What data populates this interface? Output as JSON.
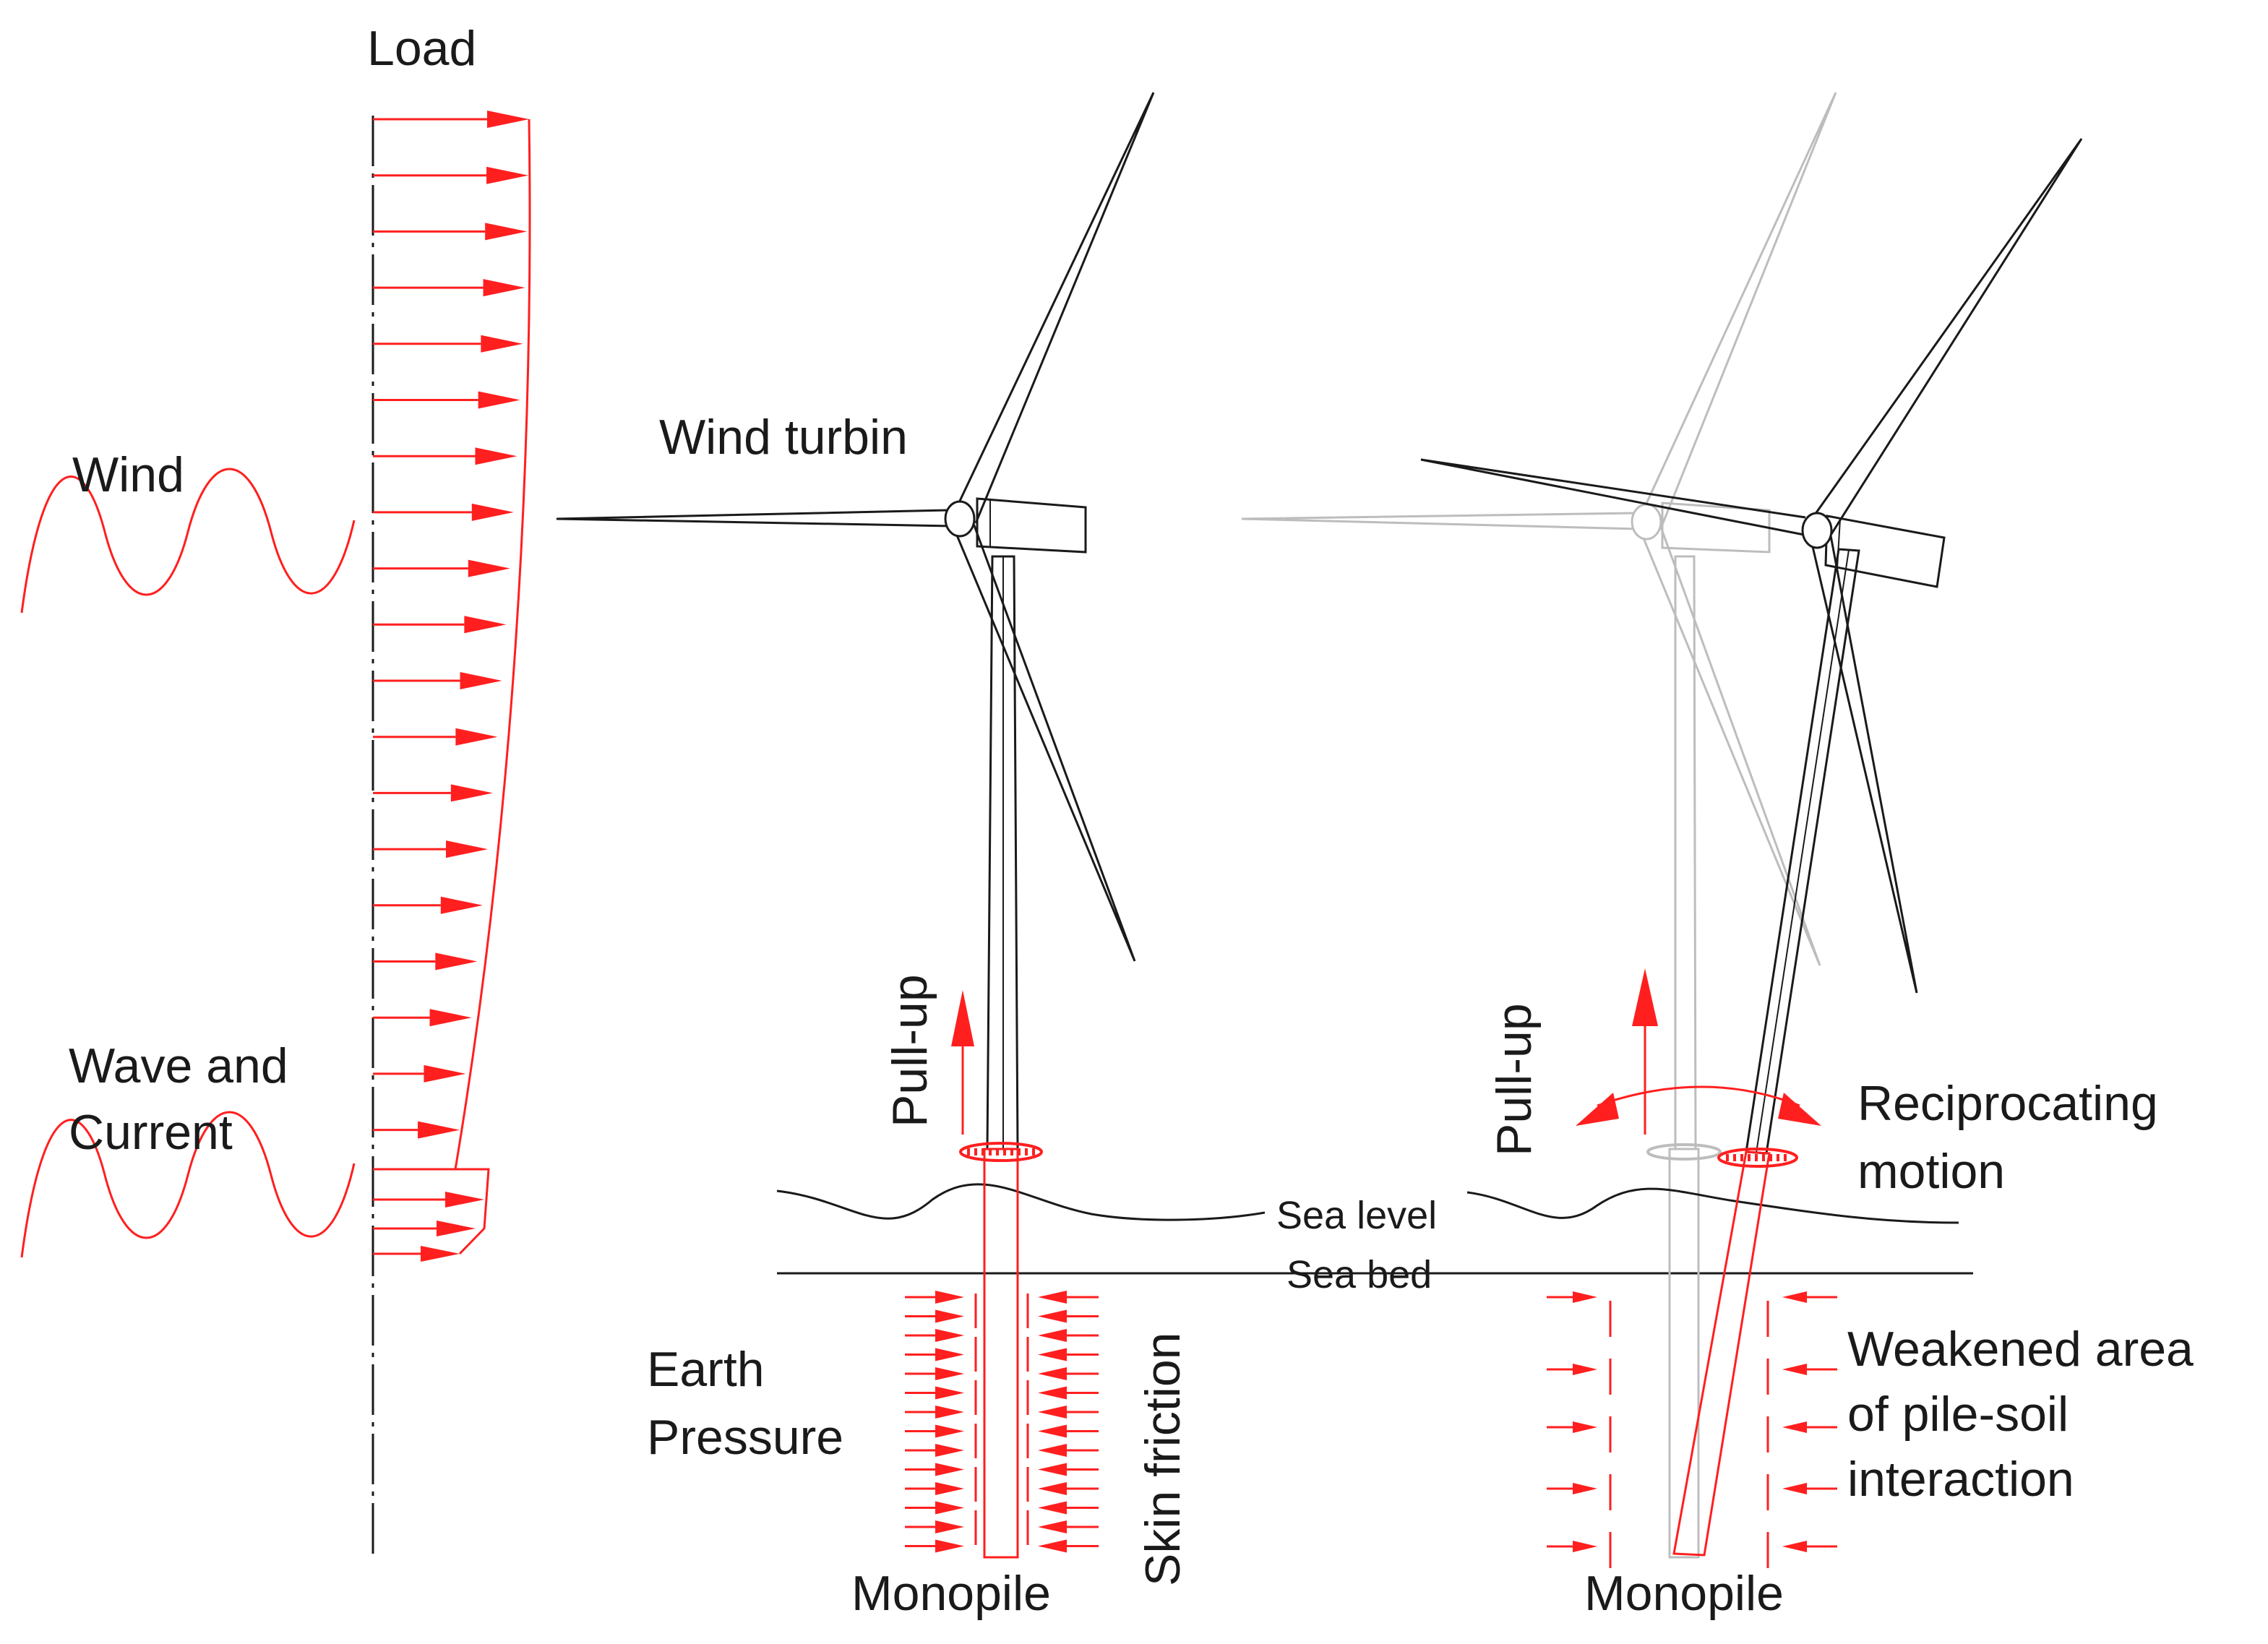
{
  "diagram": {
    "labels": {
      "load": "Load",
      "wind": "Wind",
      "wave_and": "Wave and",
      "current": "Current",
      "wind_turbin": "Wind turbin",
      "pull_up_left": "Pull-up",
      "pull_up_right": "Pull-up",
      "sea_level": "Sea level",
      "sea_bed": "Sea bed",
      "earth": "Earth",
      "pressure": "Pressure",
      "skin_friction": "Skin friction",
      "monopile_left": "Monopile",
      "monopile_right": "Monopile",
      "reciprocating": "Reciprocating",
      "motion": "motion",
      "weakened_1": "Weakened area",
      "weakened_2": "of pile-soil",
      "weakened_3": "interaction"
    },
    "colors": {
      "load_arrows": "#ff1f1f",
      "structure": "#1a1a1a",
      "ghost": "#bdbdbd"
    }
  }
}
